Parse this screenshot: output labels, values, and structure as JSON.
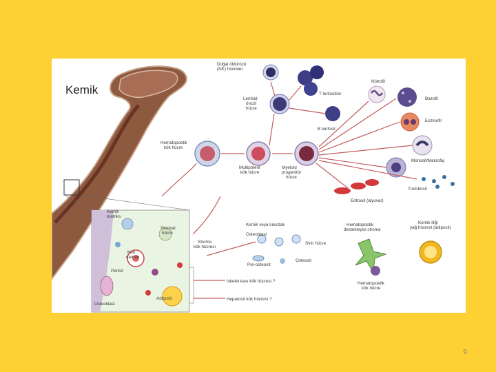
{
  "slide": {
    "page_number": "9",
    "background": "#fdd033"
  },
  "figure": {
    "title": "Kemik",
    "labels": {
      "nk": [
        "Doğal öldürücü",
        "(NK) hücreler"
      ],
      "t_lymph": "T lenfositler",
      "lymphoid": [
        "Lenfoid",
        "öncül",
        "hücre"
      ],
      "b_lymph": "B lenfosit",
      "neutrophil": "Nötrofil",
      "basophil": "Bazofil",
      "eosinophil": "Eozinofil",
      "monocyte": "Monosit/Makrofaj",
      "platelet": "Trombosit",
      "erythrocyte": "Eritrosit (alyuvar)",
      "hsc": [
        "Hematopoetik",
        "kök hücre"
      ],
      "multipotent": [
        "Multipotent",
        "kök hücre"
      ],
      "myeloid": [
        "Myeloid",
        "progenitör",
        "hücre"
      ],
      "stromal_stem": [
        "Stroma",
        "kök hücresi"
      ],
      "bone_lining": "Kemik veya kıkırdak",
      "osteoblast": "Osteoblast",
      "osteocyte": "Osteosit",
      "preosteocyte": "Pre-osteosit",
      "chondrocyte": "Sinir hücre",
      "skeletal_muscle": "İskelet kası kök hücresi ?",
      "hepatocyte": "Hepatosit kök hücresi ?",
      "hsc_support": [
        "Hematopoetik",
        "destekleyici stroma"
      ],
      "hsc_small": [
        "Hematopoetik",
        "kök hücre"
      ],
      "adipocyte": [
        "Kemik iliği",
        "yağ hücresi (adiposit)"
      ],
      "bone_matrix": [
        "Kemik",
        "matriks"
      ],
      "stromal_cell": [
        "Stromal",
        "hücre"
      ],
      "blood_vessel": [
        "Kan",
        "damarı"
      ],
      "pericyte": "Perisit",
      "osteoclast": "Osteoklast",
      "adipocyte_inset": "Adiposit"
    }
  }
}
